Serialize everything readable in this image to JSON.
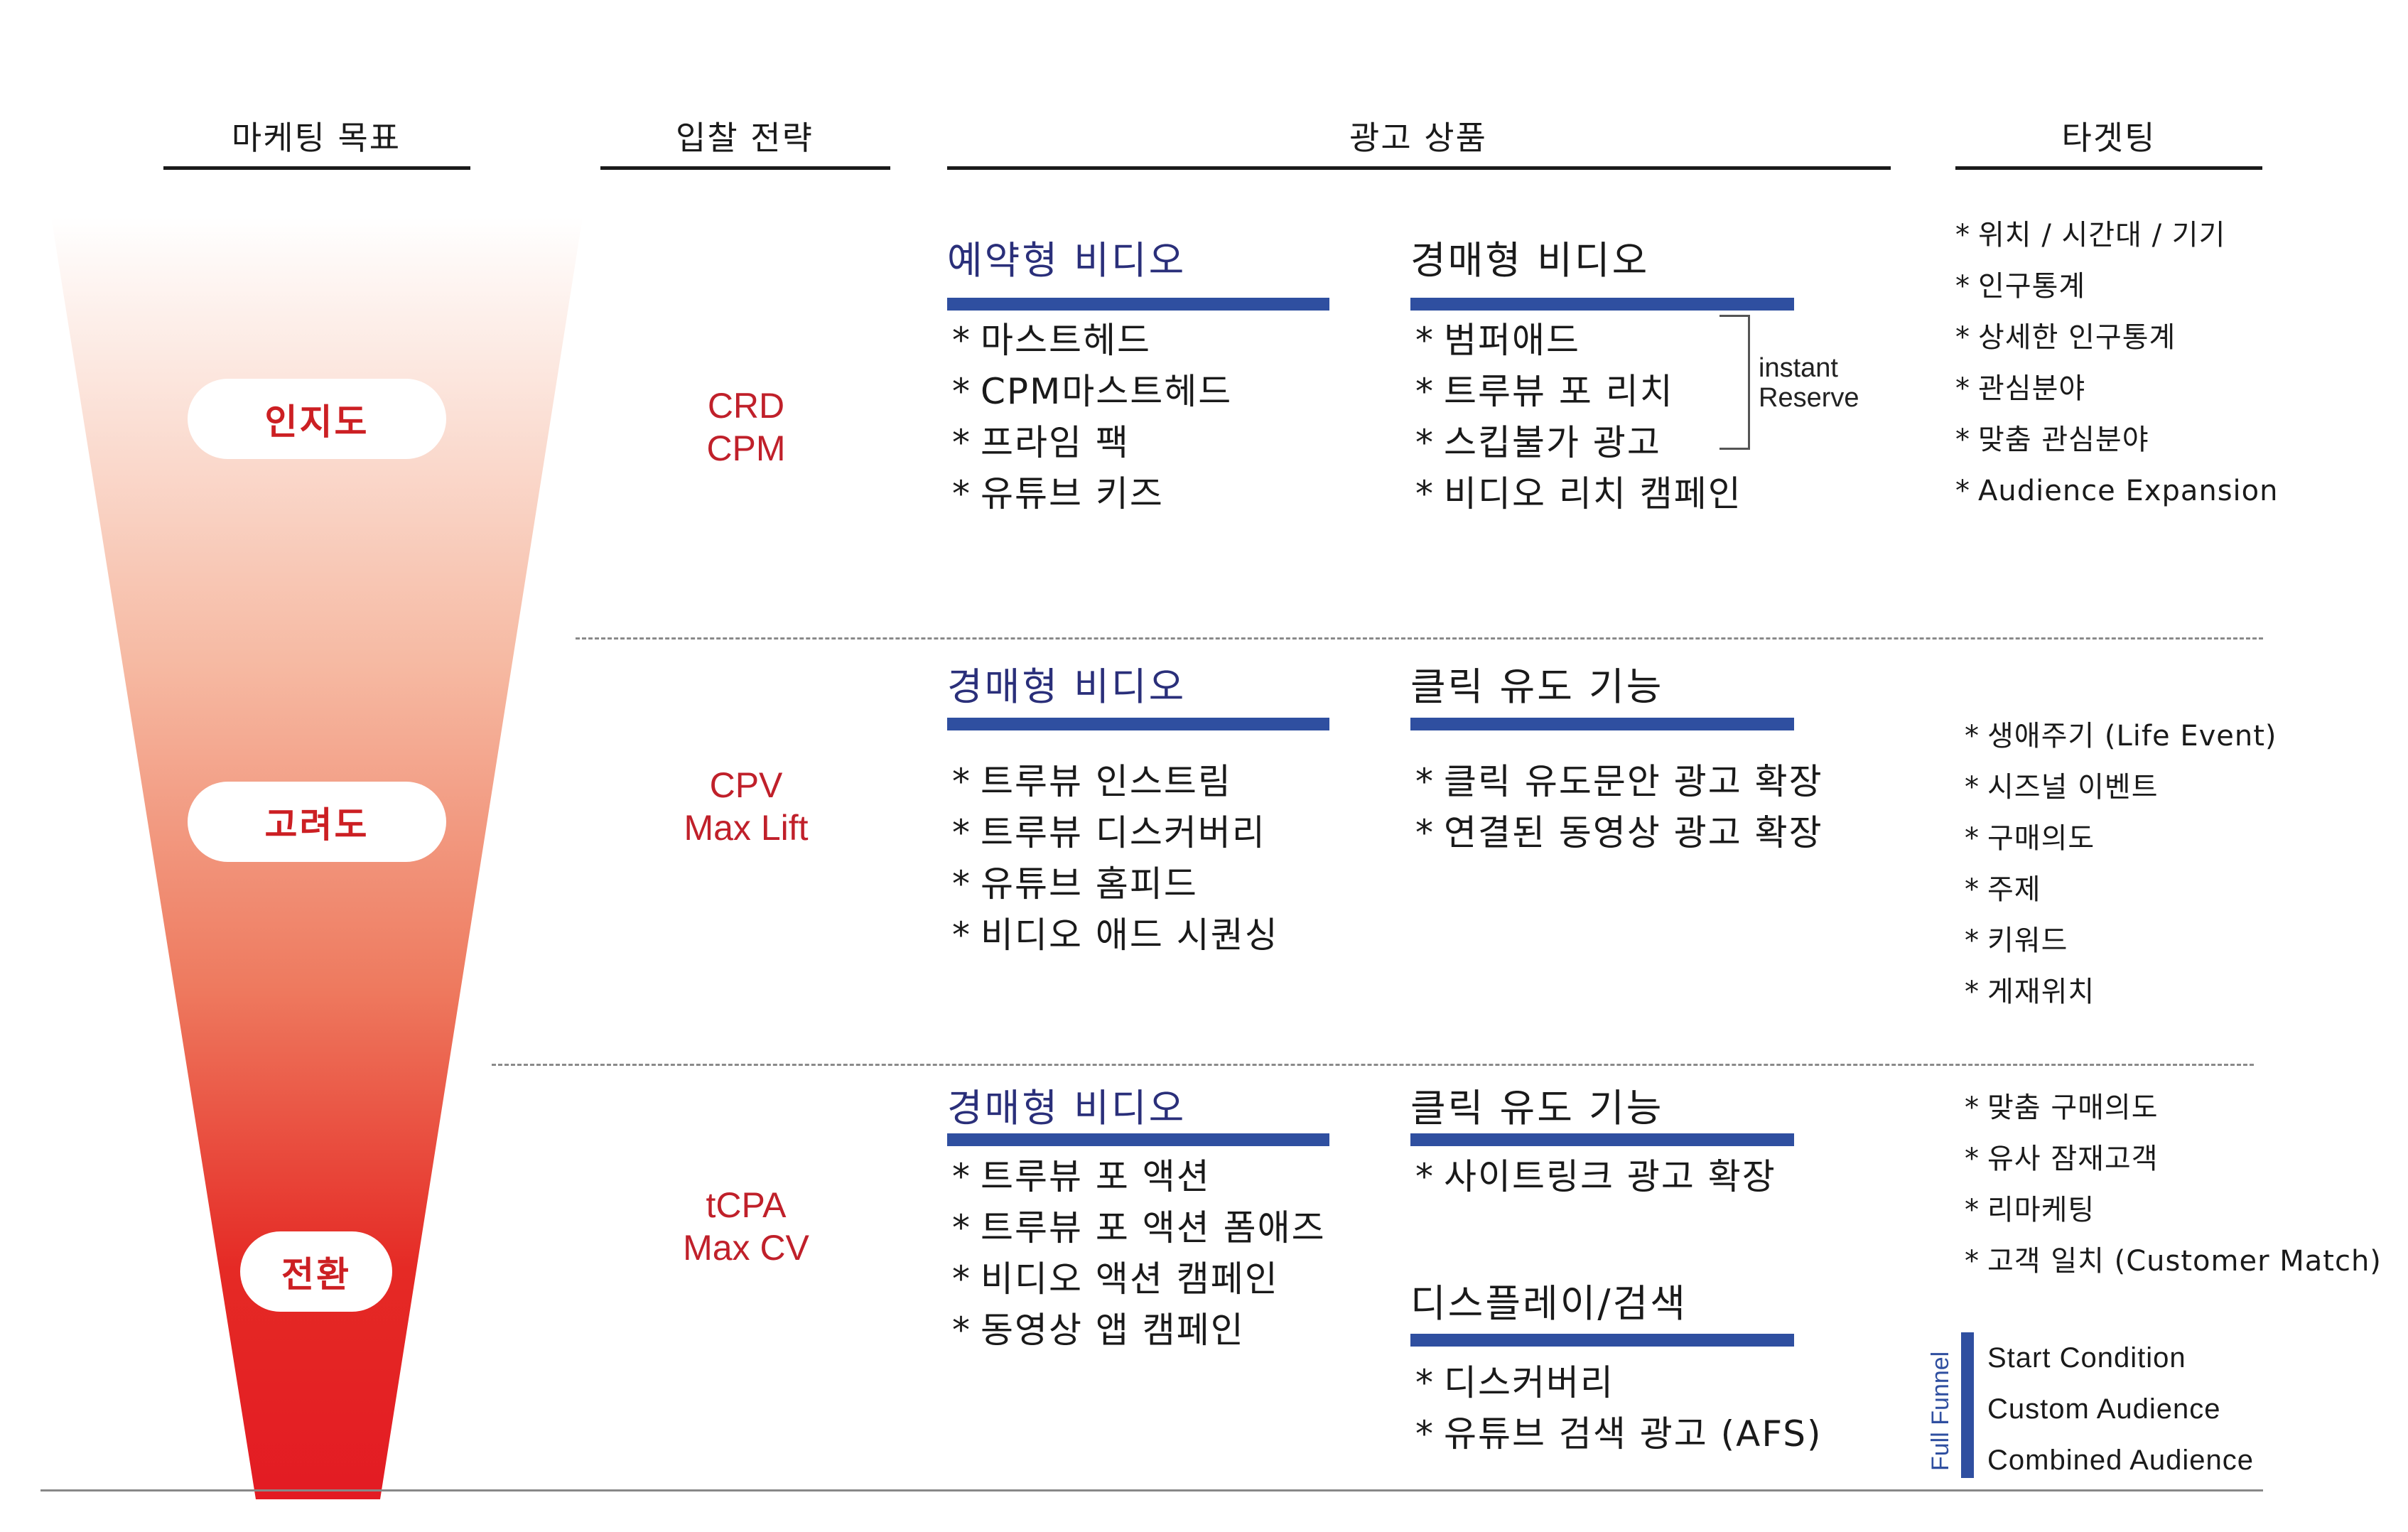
{
  "headers": {
    "goal": "마케팅 목표",
    "bidding": "입찰 전략",
    "ad_products": "광고 상품",
    "targeting": "타겟팅"
  },
  "colors": {
    "funnel_top": "#ffffff",
    "funnel_bottom": "#e31b23",
    "accent_red": "#cc1f23",
    "bar_blue": "#2f4fa0",
    "title_navy": "#2a2f7a"
  },
  "stages": [
    {
      "name": "인지도",
      "bidding": [
        "CRD",
        "CPM"
      ],
      "products_left": {
        "title": "예약형 비디오",
        "items": [
          "마스트헤드",
          "CPM마스트헤드",
          "프라임 팩",
          "유튜브 키즈"
        ]
      },
      "products_right": {
        "title": "경매형 비디오",
        "items": [
          "범퍼애드",
          "트루뷰 포 리치",
          "스킵불가 광고",
          "비디오 리치 캠페인"
        ],
        "bracket_label": [
          "instant",
          "Reserve"
        ]
      },
      "targeting": [
        "위치 / 시간대 / 기기",
        "인구통계",
        "상세한 인구통계",
        "관심분야",
        "맞춤 관심분야",
        "Audience Expansion"
      ]
    },
    {
      "name": "고려도",
      "bidding": [
        "CPV",
        "Max Lift"
      ],
      "products_left": {
        "title": "경매형 비디오",
        "items": [
          "트루뷰 인스트림",
          "트루뷰 디스커버리",
          "유튜브 홈피드",
          "비디오 애드 시퀀싱"
        ]
      },
      "products_right": {
        "title": "클릭 유도 기능",
        "items": [
          "클릭 유도문안 광고 확장",
          "연결된 동영상 광고 확장"
        ]
      },
      "targeting": [
        "생애주기 (Life Event)",
        "시즈널 이벤트",
        "구매의도",
        "주제",
        "키워드",
        "게재위치"
      ]
    },
    {
      "name": "전환",
      "bidding": [
        "tCPA",
        "Max CV"
      ],
      "products_left": {
        "title": "경매형 비디오",
        "items": [
          "트루뷰 포 액션",
          "트루뷰 포 액션 폼애즈",
          "비디오 액션 캠페인",
          "동영상 앱 캠페인"
        ]
      },
      "products_right": {
        "title": "클릭 유도 기능",
        "items": [
          "사이트링크 광고 확장"
        ]
      },
      "products_right_2": {
        "title": "디스플레이/검색",
        "items": [
          "디스커버리",
          "유튜브 검색 광고 (AFS)"
        ]
      },
      "targeting": [
        "맞춤 구매의도",
        "유사 잠재고객",
        "리마케팅",
        "고객 일치 (Customer Match)"
      ]
    }
  ],
  "full_funnel": {
    "label": "Full Funnel",
    "items": [
      "Start Condition",
      "Custom Audience",
      "Combined Audience"
    ]
  },
  "bullet": "*"
}
